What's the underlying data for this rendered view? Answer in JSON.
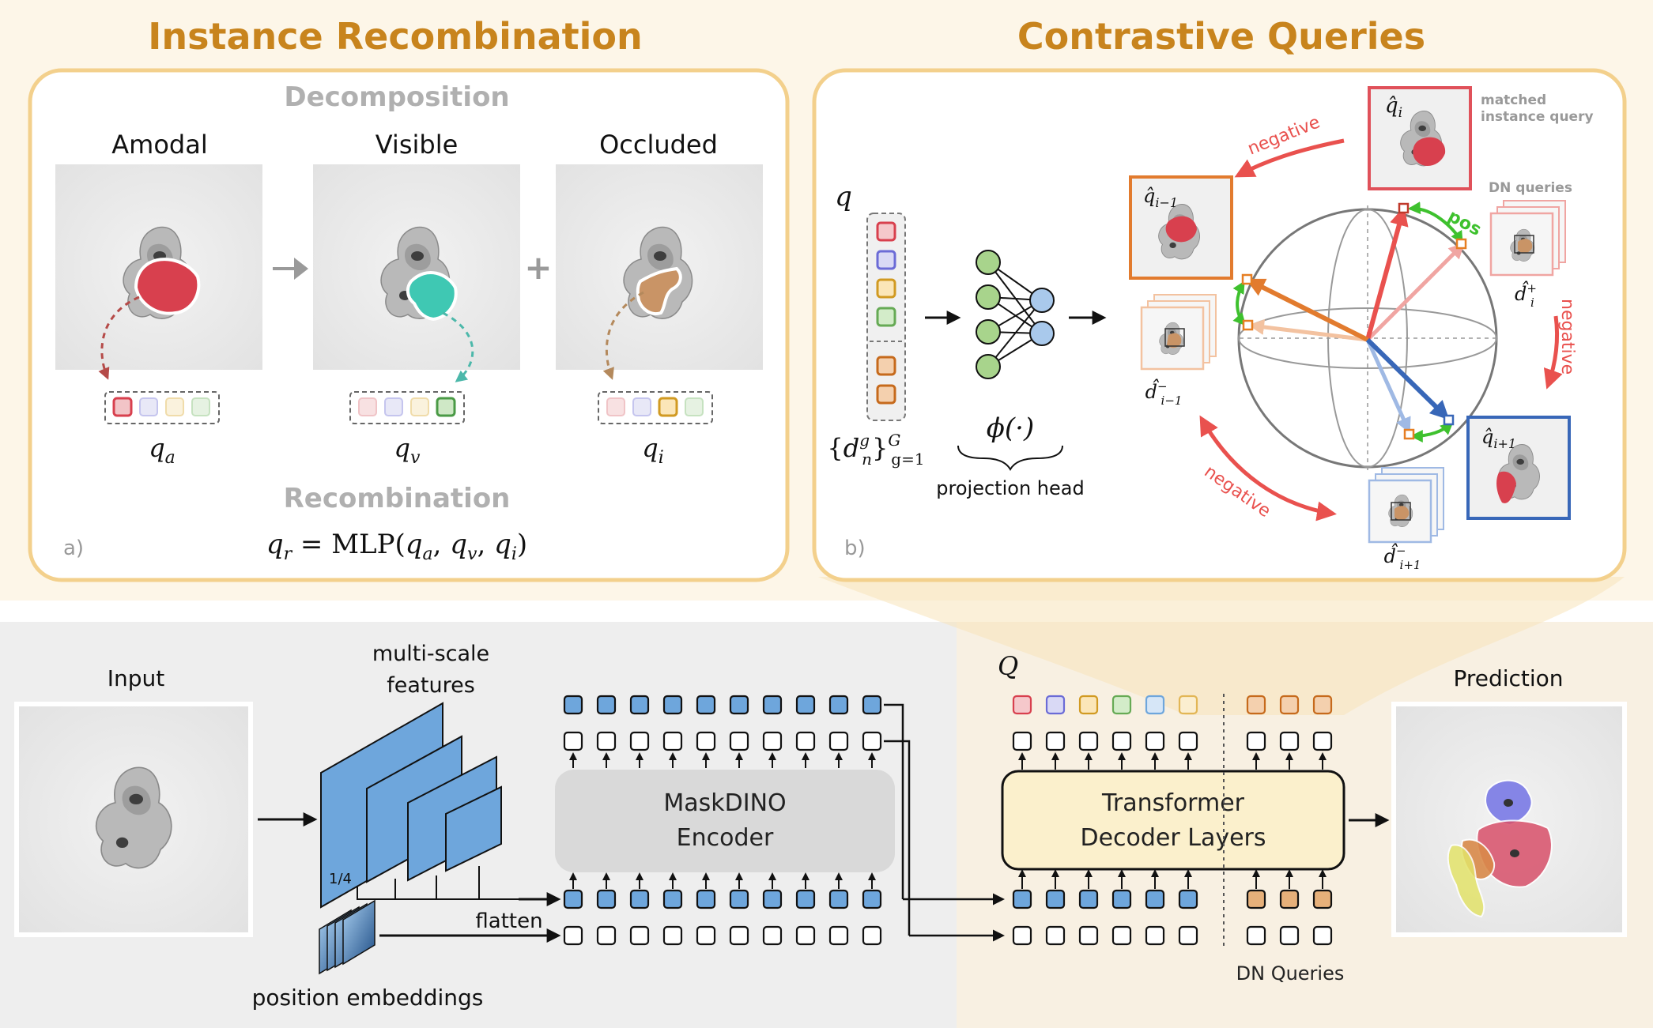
{
  "colors": {
    "accent_orange": "#c8841d",
    "panel_border": "#f3d08c",
    "top_bg": "#fdf6e8",
    "bottom_left_bg": "#eeeeee",
    "bottom_right_bg": "#f6efe2",
    "blue": "#6ea6dc",
    "decoder_fill": "#fbf0cc",
    "negative": "#e9514e",
    "pos": "#3ec12e",
    "red_query": "#e0515a",
    "blue_query": "#3867b8",
    "orange_query": "#e27b2e",
    "tan_query": "#c69a66"
  },
  "headings": {
    "left": "Instance Recombination",
    "right": "Contrastive Queries"
  },
  "panel_a": {
    "label": "a)",
    "decomposition": "Decomposition",
    "recombination": "Recombination",
    "col_amodal": "Amodal",
    "col_visible": "Visible",
    "col_occluded": "Occluded",
    "q_a": "q_a",
    "q_v": "q_v",
    "q_i": "q_i",
    "formula": "q_r = MLP(q_a, q_v, q_i)"
  },
  "panel_b": {
    "label": "b)",
    "q": "q",
    "dn_set": "{d_n^g}_{g=1}^G",
    "phi": "ϕ(·)",
    "projection_head": "projection head",
    "matched_instance_query": [
      "matched",
      "instance query"
    ],
    "dn_queries": "DN queries",
    "negative": "negative",
    "pos": "pos",
    "q_hat_i": "q̂_i",
    "q_hat_im1": "q̂_{i−1}",
    "q_hat_ip1": "q̂_{i+1}",
    "d_hat_plus": "d̂_i^+",
    "d_hat_minus_im1": "d̂_{i−1}^−",
    "d_hat_minus_ip1": "d̂_{i+1}^−"
  },
  "pipeline": {
    "input": "Input",
    "multiscale": [
      "multi-scale",
      "features"
    ],
    "scale_label": "1/4",
    "flatten": "flatten",
    "position_embeddings": "position embeddings",
    "encoder": [
      "MaskDINO",
      "Encoder"
    ],
    "Q": "Q",
    "decoder": [
      "Transformer",
      "Decoder Layers"
    ],
    "dn_queries": "DN Queries",
    "prediction": "Prediction"
  }
}
